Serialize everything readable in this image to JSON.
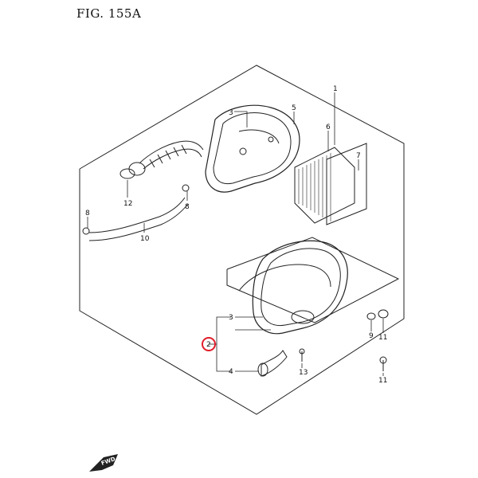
{
  "figure": {
    "title": "FIG. 155A"
  },
  "parts": {
    "p1": "1",
    "p2": "2",
    "p3a": "3",
    "p3b": "3",
    "p4": "4",
    "p5": "5",
    "p6": "6",
    "p7": "7",
    "p8a": "8",
    "p8b": "8",
    "p9": "9",
    "p10": "10",
    "p11a": "11",
    "p11b": "11",
    "p12": "12",
    "p13": "13"
  },
  "fwd_label": "FWD",
  "highlight_color": "#e11d2a"
}
